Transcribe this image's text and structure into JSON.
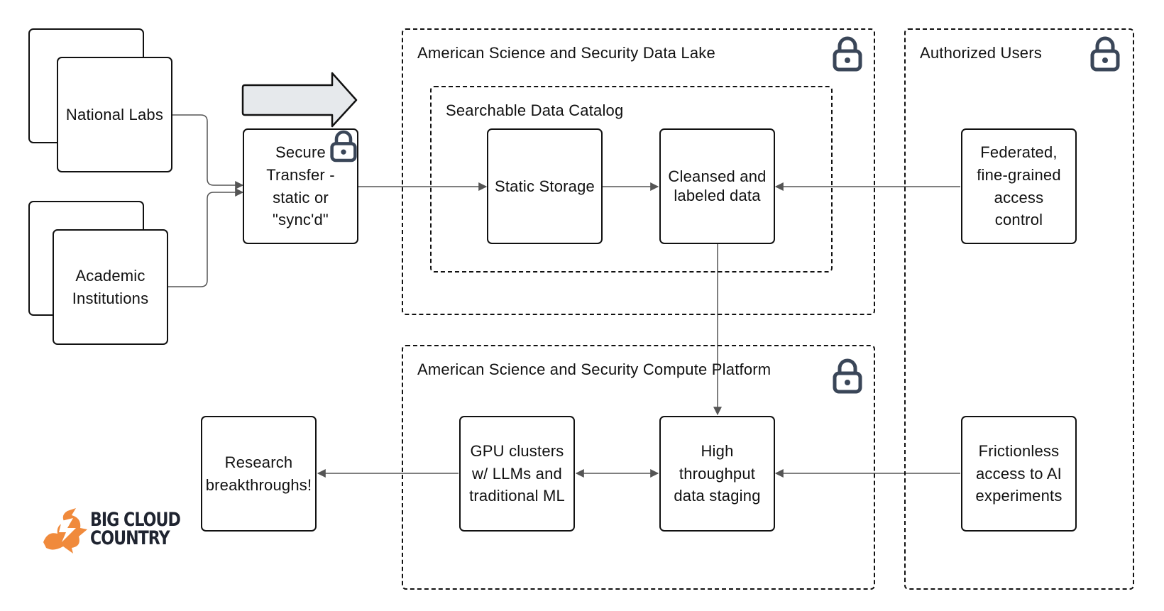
{
  "sources": {
    "national_labs": "National Labs",
    "academic_institutions": "Academic\nInstitutions"
  },
  "secure_transfer": "Secure\nTransfer -\nstatic or\n\"sync'd\"",
  "data_lake": {
    "title": "American Science and Security Data Lake",
    "catalog": {
      "title": "Searchable Data Catalog",
      "static_storage": "Static Storage",
      "cleansed_data": "Cleansed and\nlabeled data"
    }
  },
  "authorized_users": {
    "title": "Authorized Users",
    "access_control": "Federated,\nfine-grained\naccess\ncontrol",
    "ai_access": "Frictionless\naccess to AI\nexperiments"
  },
  "compute_platform": {
    "title": "American Science and Security Compute Platform",
    "staging": "High\nthroughput\ndata staging",
    "gpu": "GPU clusters\nw/ LLMs and\ntraditional ML"
  },
  "outcome": "Research\nbreakthroughs!",
  "logo": {
    "line1": "BIG CLOUD",
    "line2": "COUNTRY"
  },
  "colors": {
    "lock_icon": "#3a4658",
    "logo_accent": "#f08a3c",
    "logo_text": "#1f2430",
    "arrow_fill": "#e6e9ec",
    "connector": "#555555"
  },
  "icons": {
    "lock": "padlock-icon",
    "flow_arrow": "block-arrow-right-icon"
  }
}
